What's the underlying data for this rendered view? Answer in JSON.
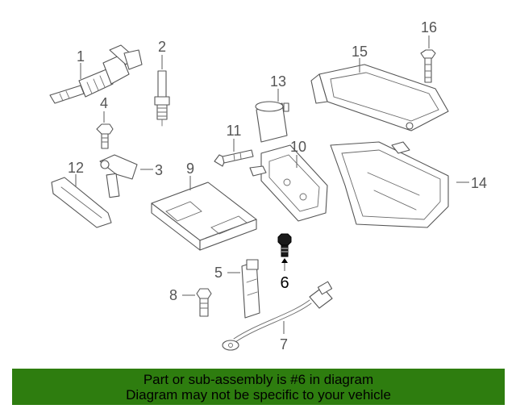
{
  "callouts": {
    "c1": "1",
    "c2": "2",
    "c3": "3",
    "c4": "4",
    "c5": "5",
    "c6": "6",
    "c7": "7",
    "c8": "8",
    "c9": "9",
    "c10": "10",
    "c11": "11",
    "c12": "12",
    "c13": "13",
    "c14": "14",
    "c15": "15",
    "c16": "16"
  },
  "highlighted_part": "6",
  "banner": {
    "line1": "Part or sub-assembly is #6 in diagram",
    "line2": "Diagram may not be specific to your vehicle",
    "background_color": "#2e7d0f",
    "text_color": "#000000"
  }
}
